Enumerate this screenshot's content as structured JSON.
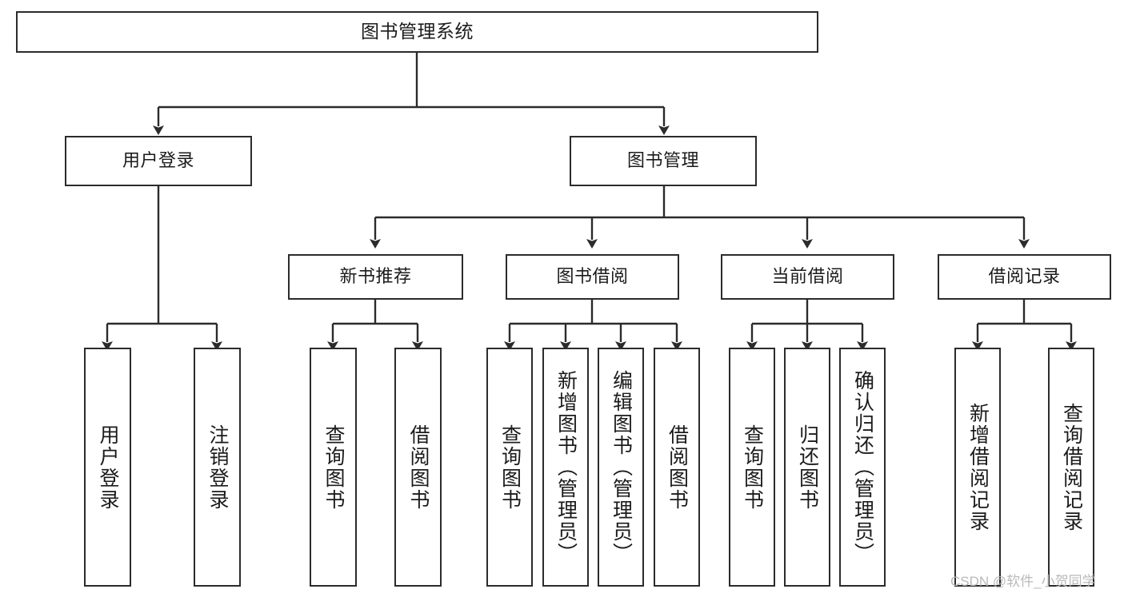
{
  "diagram": {
    "title": "图书管理系统",
    "watermark": "CSDN @软件_小贺同学",
    "colors": {
      "stroke": "#2b2b2b",
      "fill": "#ffffff",
      "text": "#1b1b1b",
      "watermark": "#b9b9b9"
    },
    "nodes": {
      "root": {
        "label": "图书管理系统"
      },
      "level2": [
        {
          "id": "user-login",
          "label": "用户登录"
        },
        {
          "id": "book-management",
          "label": "图书管理"
        }
      ],
      "level3": [
        {
          "id": "new-book-recommend",
          "label": "新书推荐"
        },
        {
          "id": "book-borrow",
          "label": "图书借阅"
        },
        {
          "id": "current-borrow",
          "label": "当前借阅"
        },
        {
          "id": "borrow-record",
          "label": "借阅记录"
        }
      ],
      "leaves": {
        "user-login": [
          {
            "id": "leaf-user-login",
            "label": "用户登录"
          },
          {
            "id": "leaf-logout",
            "label": "注销登录"
          }
        ],
        "new-book-recommend": [
          {
            "id": "leaf-query-book-1",
            "label": "查询图书"
          },
          {
            "id": "leaf-borrow-book-1",
            "label": "借阅图书"
          }
        ],
        "book-borrow": [
          {
            "id": "leaf-query-book-2",
            "label": "查询图书"
          },
          {
            "id": "leaf-add-book",
            "label": "新增图书（管理员）"
          },
          {
            "id": "leaf-edit-book",
            "label": "编辑图书（管理员）"
          },
          {
            "id": "leaf-borrow-book-2",
            "label": "借阅图书"
          }
        ],
        "current-borrow": [
          {
            "id": "leaf-query-book-3",
            "label": "查询图书"
          },
          {
            "id": "leaf-return-book",
            "label": "归还图书"
          },
          {
            "id": "leaf-confirm-return",
            "label": "确认归还（管理员）"
          }
        ],
        "borrow-record": [
          {
            "id": "leaf-add-record",
            "label": "新增借阅记录"
          },
          {
            "id": "leaf-query-record",
            "label": "查询借阅记录"
          }
        ]
      }
    }
  }
}
